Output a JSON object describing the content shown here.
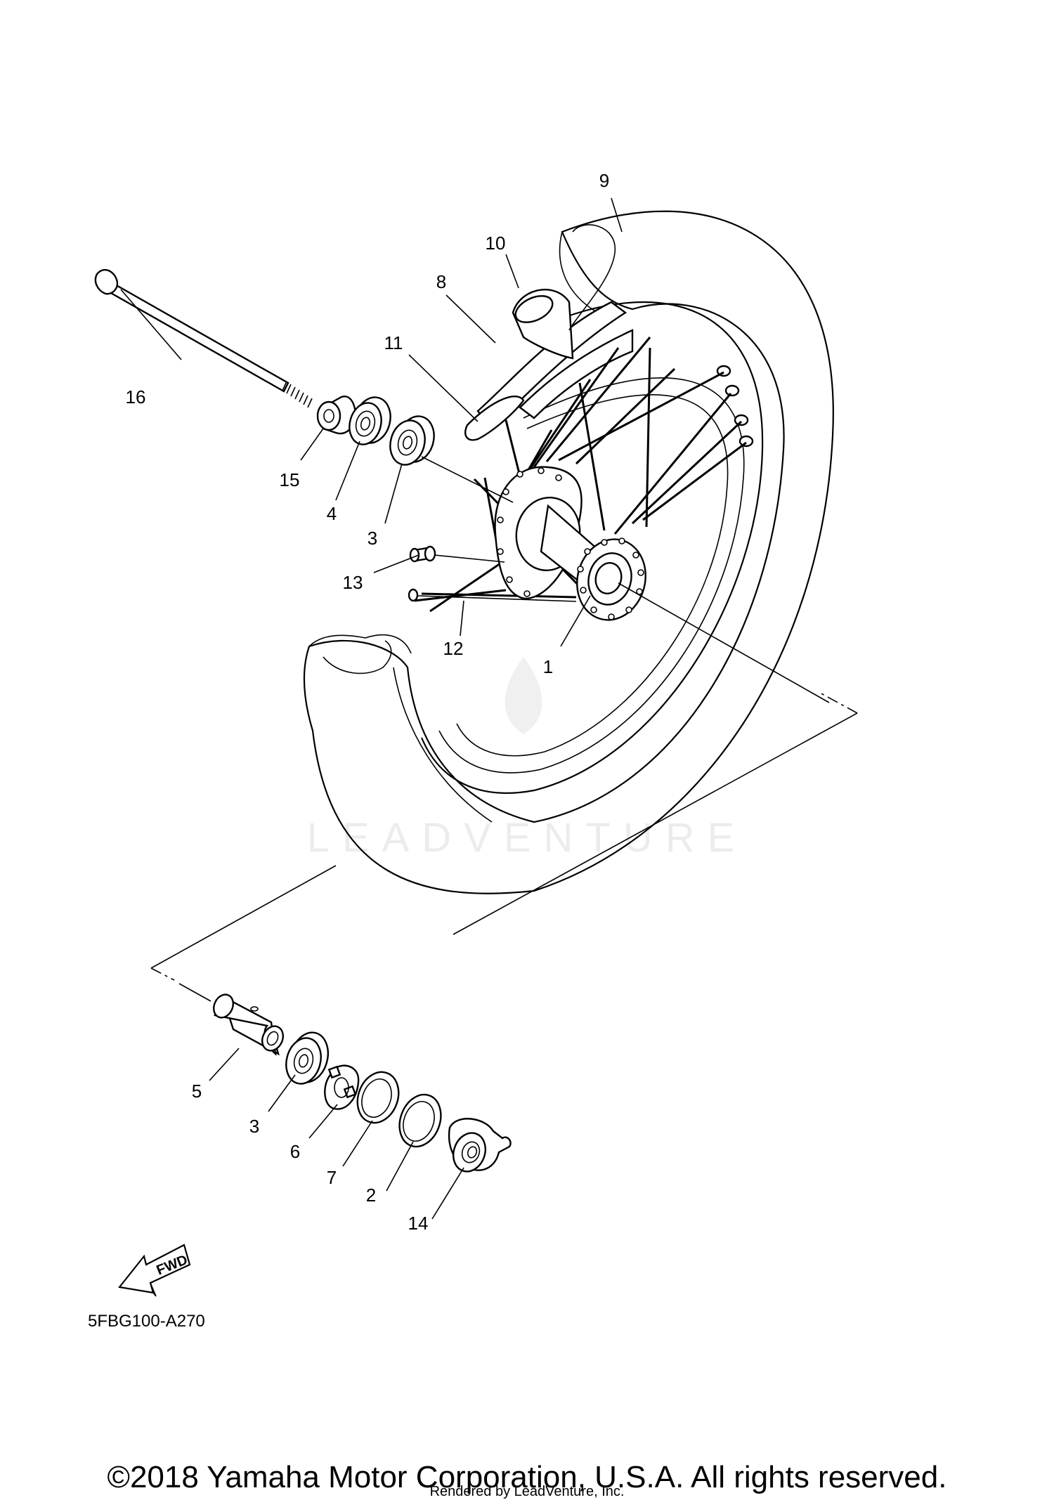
{
  "diagram": {
    "callouts": [
      {
        "label": "1"
      },
      {
        "label": "2"
      },
      {
        "label": "3"
      },
      {
        "label": "3"
      },
      {
        "label": "4"
      },
      {
        "label": "5"
      },
      {
        "label": "6"
      },
      {
        "label": "7"
      },
      {
        "label": "8"
      },
      {
        "label": "9"
      },
      {
        "label": "10"
      },
      {
        "label": "11"
      },
      {
        "label": "12"
      },
      {
        "label": "13"
      },
      {
        "label": "14"
      },
      {
        "label": "15"
      },
      {
        "label": "16"
      }
    ],
    "fwd_arrow_label": "FWD",
    "diagram_code": "5FBG100-A270",
    "watermark": "LEADVENTURE",
    "colors": {
      "line": "#000000",
      "background": "#ffffff",
      "watermark": "#ececec"
    }
  },
  "footer": {
    "copyright": "©2018 Yamaha Motor Corporation, U.S.A. All rights reserved.",
    "rendered_by": "Rendered by LeadVenture, Inc."
  }
}
